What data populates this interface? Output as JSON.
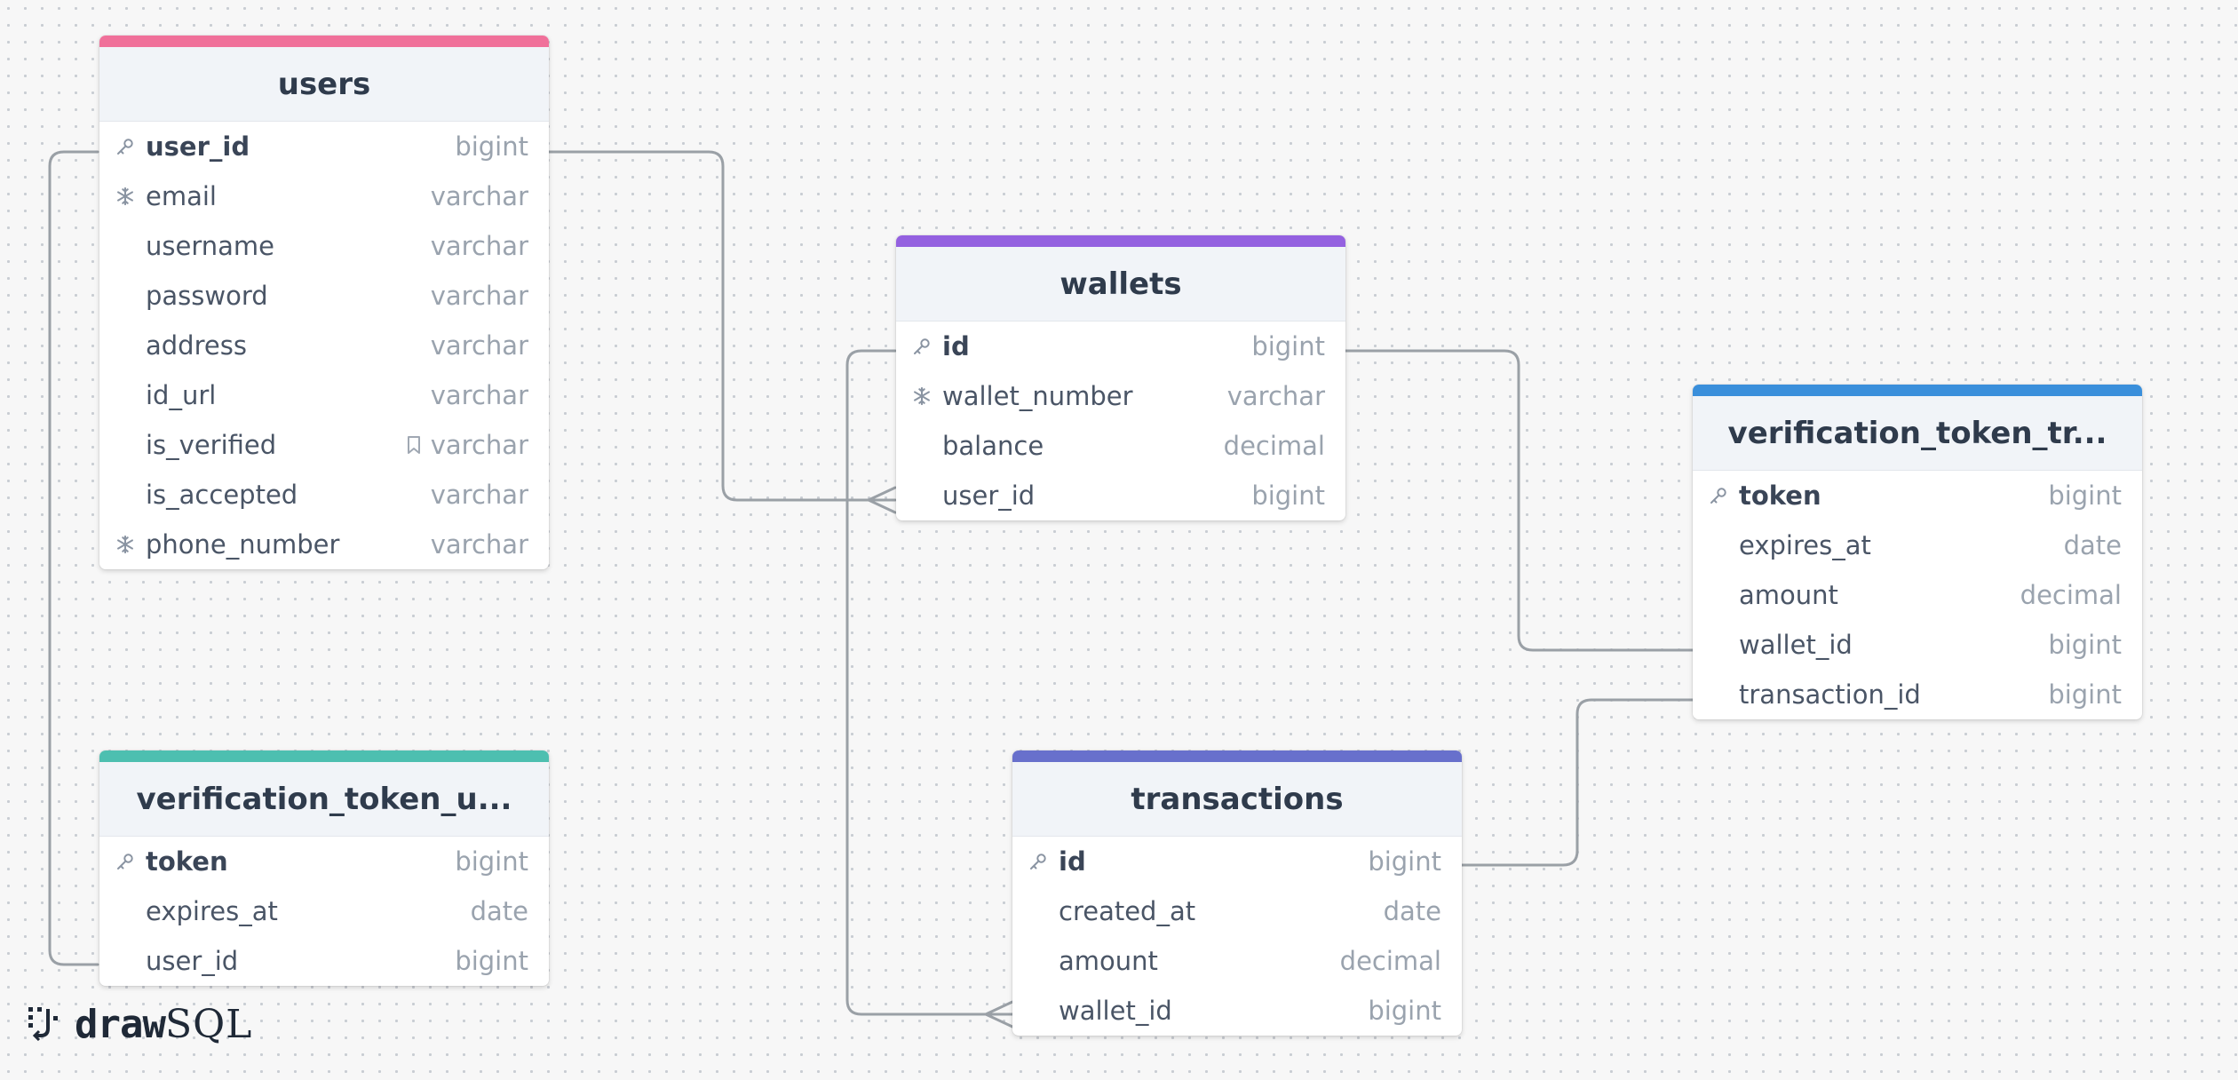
{
  "tables": {
    "users": {
      "title": "users",
      "accent": "#f0709a",
      "rows": [
        {
          "name": "user_id",
          "type": "bigint",
          "marker": "key"
        },
        {
          "name": "email",
          "type": "varchar",
          "marker": "unique"
        },
        {
          "name": "username",
          "type": "varchar",
          "marker": ""
        },
        {
          "name": "password",
          "type": "varchar",
          "marker": ""
        },
        {
          "name": "address",
          "type": "varchar",
          "marker": ""
        },
        {
          "name": "id_url",
          "type": "varchar",
          "marker": ""
        },
        {
          "name": "is_verified",
          "type": "varchar",
          "marker": "",
          "note": true
        },
        {
          "name": "is_accepted",
          "type": "varchar",
          "marker": ""
        },
        {
          "name": "phone_number",
          "type": "varchar",
          "marker": "unique"
        }
      ]
    },
    "wallets": {
      "title": "wallets",
      "accent": "#9461e0",
      "rows": [
        {
          "name": "id",
          "type": "bigint",
          "marker": "key"
        },
        {
          "name": "wallet_number",
          "type": "varchar",
          "marker": "unique"
        },
        {
          "name": "balance",
          "type": "decimal",
          "marker": ""
        },
        {
          "name": "user_id",
          "type": "bigint",
          "marker": ""
        }
      ]
    },
    "verification_token_tr": {
      "title": "verification_token_tr...",
      "accent": "#3a8fdb",
      "rows": [
        {
          "name": "token",
          "type": "bigint",
          "marker": "key"
        },
        {
          "name": "expires_at",
          "type": "date",
          "marker": ""
        },
        {
          "name": "amount",
          "type": "decimal",
          "marker": ""
        },
        {
          "name": "wallet_id",
          "type": "bigint",
          "marker": ""
        },
        {
          "name": "transaction_id",
          "type": "bigint",
          "marker": ""
        }
      ]
    },
    "verification_token_u": {
      "title": "verification_token_u...",
      "accent": "#4dbfb0",
      "rows": [
        {
          "name": "token",
          "type": "bigint",
          "marker": "key"
        },
        {
          "name": "expires_at",
          "type": "date",
          "marker": ""
        },
        {
          "name": "user_id",
          "type": "bigint",
          "marker": ""
        }
      ]
    },
    "transactions": {
      "title": "transactions",
      "accent": "#6870cc",
      "rows": [
        {
          "name": "id",
          "type": "bigint",
          "marker": "key"
        },
        {
          "name": "created_at",
          "type": "date",
          "marker": ""
        },
        {
          "name": "amount",
          "type": "decimal",
          "marker": ""
        },
        {
          "name": "wallet_id",
          "type": "bigint",
          "marker": ""
        }
      ]
    }
  },
  "relationships": [
    {
      "from": "users.user_id",
      "to": "wallets.user_id",
      "type": "one-to-many"
    },
    {
      "from": "users.user_id",
      "to": "verification_token_u.user_id",
      "type": "one-to-one"
    },
    {
      "from": "wallets.id",
      "to": "transactions.wallet_id",
      "type": "one-to-many"
    },
    {
      "from": "wallets.id",
      "to": "verification_token_tr.wallet_id",
      "type": "one-to-one"
    },
    {
      "from": "transactions.id",
      "to": "verification_token_tr.transaction_id",
      "type": "one-to-one"
    }
  ],
  "branding": {
    "draw": "draw",
    "sql": "SQL"
  },
  "icons": {
    "key": "key-icon",
    "unique": "snowflake-icon",
    "note": "bookmark-icon"
  },
  "colors": {
    "connector": "#9aa0a6",
    "canvas": "#f7f7f7",
    "header_bg": "#f1f4f8"
  }
}
